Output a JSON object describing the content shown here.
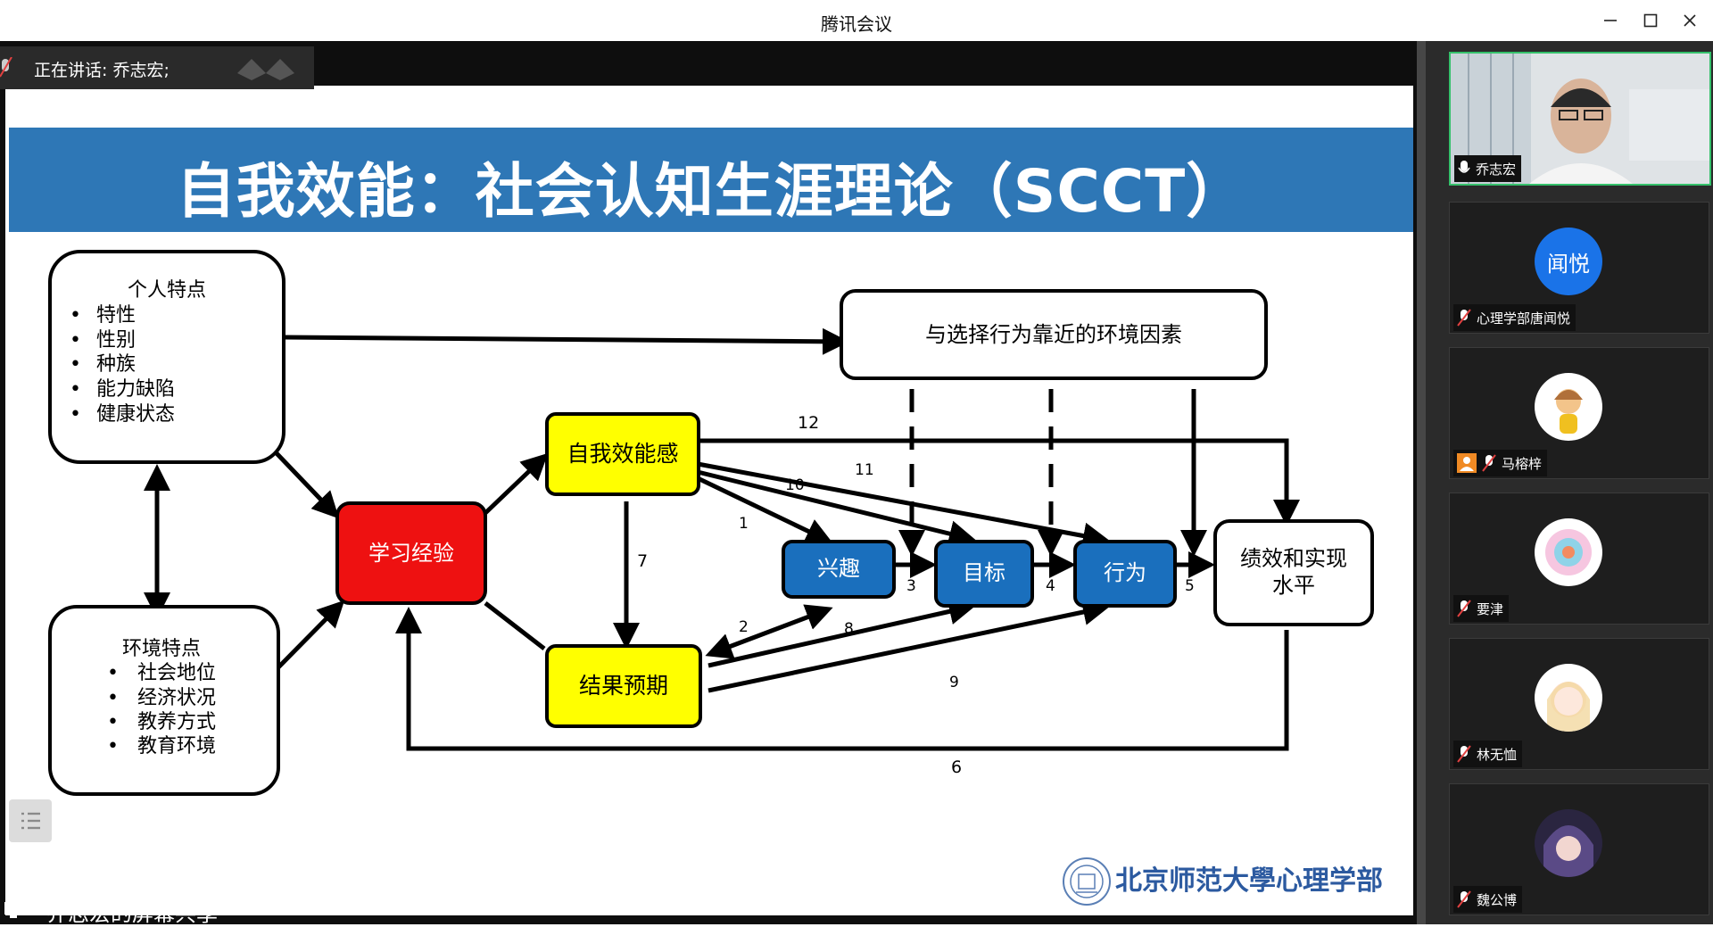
{
  "window": {
    "title": "腾讯会议"
  },
  "speaking": {
    "label": "正在讲话: 乔志宏;"
  },
  "share": {
    "label": "乔志宏的屏幕共享"
  },
  "slide": {
    "title": "自我效能：社会认知生涯理论（SCCT）",
    "boxes": {
      "personal_title": "个人特点",
      "personal_items": [
        "特性",
        "性别",
        "种族",
        "能力缺陷",
        "健康状态"
      ],
      "env_title": "环境特点",
      "env_items": [
        "社会地位",
        "经济状况",
        "教养方式",
        "教育环境"
      ],
      "learning": "学习经验",
      "self_efficacy": "自我效能感",
      "outcome": "结果预期",
      "interest": "兴趣",
      "goal": "目标",
      "action": "行为",
      "performance_line1": "绩效和实现",
      "performance_line2": "水平",
      "proximal": "与选择行为靠近的环境因素"
    },
    "labels": [
      "1",
      "2",
      "3",
      "4",
      "5",
      "6",
      "7",
      "8",
      "9",
      "10",
      "11",
      "12"
    ],
    "logo_text": "北京师范大學心理学部",
    "colors": {
      "banner": "#2e77b6",
      "yellow": "#ffff00",
      "red": "#ee1111",
      "blue": "#1a6fbd"
    }
  },
  "participants": [
    {
      "name": "乔志宏",
      "type": "video",
      "mic": "on"
    },
    {
      "name": "心理学部唐闻悦",
      "type": "initials",
      "initials": "闻悦",
      "mic": "off"
    },
    {
      "name": "马榕梓",
      "type": "avatar",
      "mic": "off",
      "host": true
    },
    {
      "name": "要津",
      "type": "avatar",
      "mic": "off"
    },
    {
      "name": "林无恤",
      "type": "avatar",
      "mic": "off"
    },
    {
      "name": "魏公博",
      "type": "avatar",
      "mic": "off"
    }
  ]
}
